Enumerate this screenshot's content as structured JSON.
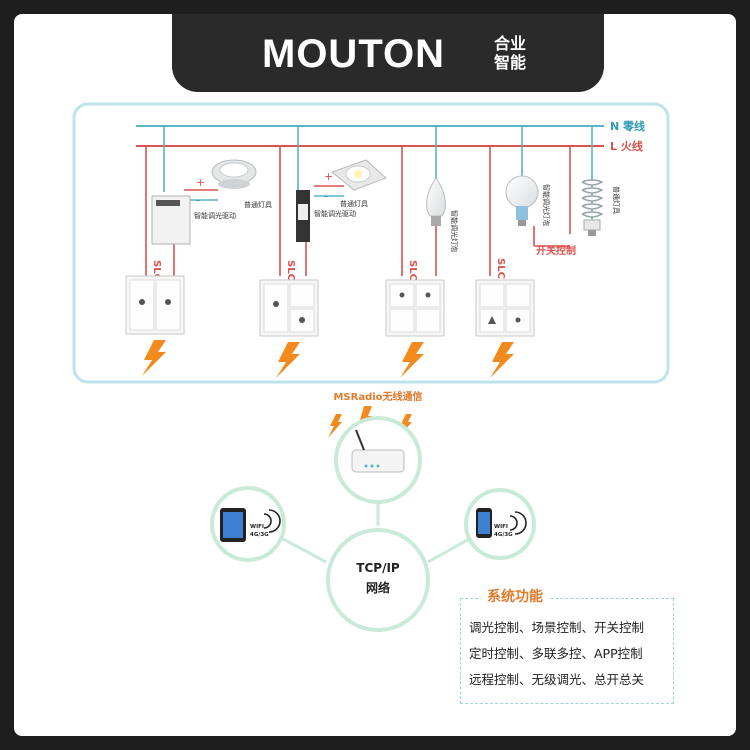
{
  "brand": {
    "name": "MOUTON",
    "subtitle": "合业智能"
  },
  "wiring": {
    "neutral_label": "N 零线",
    "live_label": "L 火线",
    "colors": {
      "neutral": "#5ab4c6",
      "live": "#d9534f",
      "panel_border": "#bfe3ea",
      "bolt": "#f28a1e",
      "accent": "#e07a2c"
    }
  },
  "devices": {
    "downlight_label": "普通灯具",
    "driver_label": "智能调光驱动",
    "bulb_label": "智能调光灯泡",
    "cfl_label": "普通灯具",
    "switch_control_label": "开关控制",
    "slc_label": "SLC",
    "plus": "+",
    "minus": "-"
  },
  "network": {
    "radio_label": "MSRadio无线通信",
    "center_label_line1": "TCP/IP",
    "center_label_line2": "网络",
    "tablet_label_line1": "WIFI",
    "tablet_label_line2": "4G/3G",
    "phone_label_line1": "WIFI",
    "phone_label_line2": "4G/3G"
  },
  "features": {
    "title": "系统功能",
    "lines": [
      "调光控制、场景控制、开关控制",
      "定时控制、多联多控、APP控制",
      "远程控制、无级调光、总开总关"
    ]
  }
}
